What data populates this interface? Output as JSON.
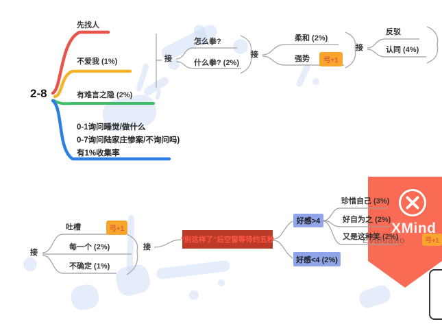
{
  "map": {
    "root": "2-8",
    "jie": "接",
    "left": {
      "find_person": "先找人",
      "not_love_me": "不爱我 (1%)",
      "hard_to_say": "有难言之隐 (2%)",
      "note_line1": "0-1询问睡觉/做什么",
      "note_line2": "0-7询问陆家庄惨案/不询问吗)",
      "note_line3": "有1%收集率"
    },
    "fist": {
      "how_fist": "怎么拳?",
      "what_fist": "什么拳? (2%)"
    },
    "attitude": {
      "soft": "柔和 (2%)",
      "strong": "强势",
      "strong_badge": "弓+1"
    },
    "reply": {
      "refute": "反驳",
      "agree": "认同 (4%)"
    },
    "bottom": {
      "complain": "吐槽",
      "complain_badge": "弓+1",
      "each_one": "每一个 (2%)",
      "not_sure": "不确定 (1%)",
      "red_note": "“别这样了”后空窗等待约五秒",
      "favor_high": "好感>4",
      "cherish": "珍惜自己 (3%)",
      "take_care": "好自为之 (2%)",
      "that_smile": "又是这种笑 (2%)",
      "favor_low": "好感<4 (2%)"
    }
  },
  "watermark": {
    "brand": "XMind",
    "edition": "Evaluatio",
    "badge": "弓+1"
  },
  "colors": {
    "branch_red": "#e8534a",
    "branch_yellow": "#f2b42c",
    "branch_green": "#3fbf67",
    "branch_blue": "#2e7fe0",
    "connector": "#9e9e9e",
    "badge_bg": "#f7a52b",
    "badge_text": "#e25a3f",
    "red_note_bg": "#bc3a28",
    "red_note_text": "#ff5747",
    "favor_box_bg": "#90a4ea",
    "ribbon": "#f96b55",
    "watermark_blue": "#c9dbf4"
  }
}
